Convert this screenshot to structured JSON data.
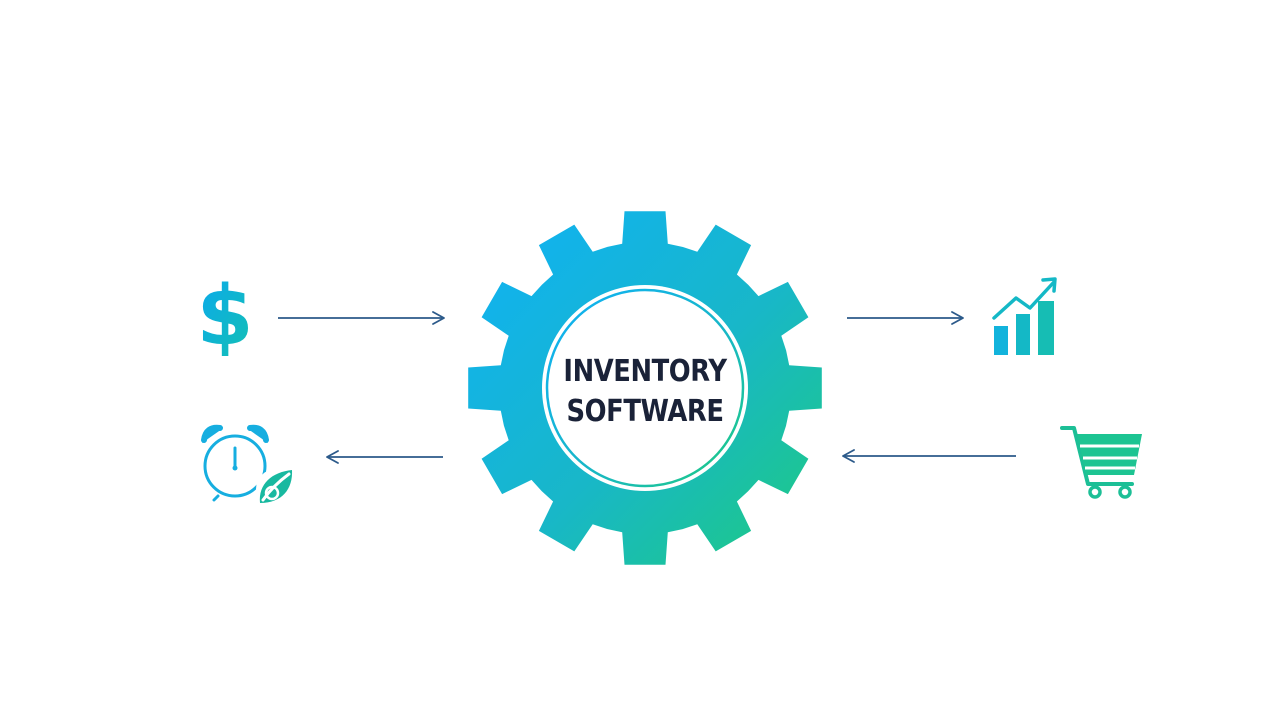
{
  "center": {
    "line1": "INVENTORY",
    "line2": "SOFTWARE"
  },
  "nodes": [
    {
      "id": "money",
      "icon": "dollar-sign-icon",
      "flow": "in"
    },
    {
      "id": "time",
      "icon": "alarm-clock-icon",
      "flow": "out"
    },
    {
      "id": "growth",
      "icon": "bar-chart-growth-icon",
      "flow": "out"
    },
    {
      "id": "sales",
      "icon": "shopping-cart-icon",
      "flow": "in"
    }
  ],
  "colors": {
    "gradient_start": "#1aa9f5",
    "gradient_end": "#1ec98a",
    "arrow": "#2c5a8a",
    "text": "#1a2238",
    "ring": "#ffffff"
  }
}
